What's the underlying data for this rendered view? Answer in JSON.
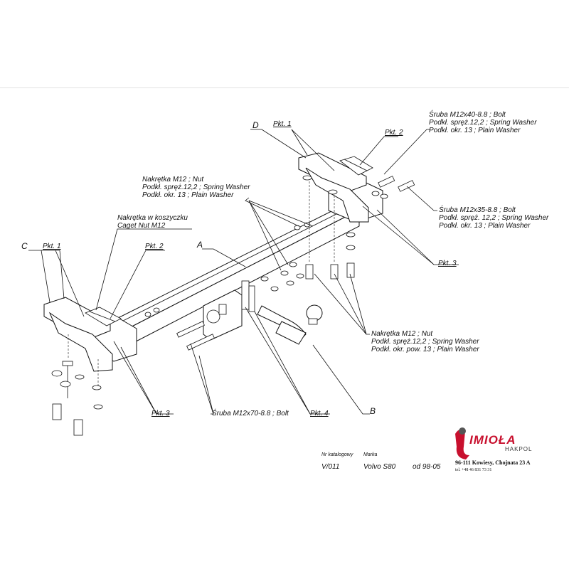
{
  "labels": {
    "letter_a": "A",
    "letter_b": "B",
    "letter_c": "C",
    "letter_d": "D",
    "pkt1_left": "Pkt. 1",
    "pkt2_left": "Pkt. 2",
    "pkt1_right": "Pkt. 1",
    "pkt2_right": "Pkt. 2",
    "pkt3_left": "Pkt. 3",
    "pkt3_right": "Pkt. 3",
    "pkt4": "Pkt. 4",
    "caget_nut_1": "Nakrętka w koszyczku",
    "caget_nut_2": "Caget Nut  M12",
    "nut_top_1": "Nakrętka  M12 ; Nut",
    "nut_top_2": "Podkł. spręż.12,2 ; Spring Washer",
    "nut_top_3": "Podkł. okr. 13 ; Plain Washer",
    "bolt40_1": "Śruba M12x40-8.8 ;  Bolt",
    "bolt40_2": "Podkł. spręż.12,2 ; Spring Washer",
    "bolt40_3": "Podkł. okr. 13 ; Plain Washer",
    "bolt35_1": "Śruba M12x35-8.8 ;  Bolt",
    "bolt35_2": "Podkł. spręż. 12,2 ; Spring Washer",
    "bolt35_3": "Podkł. okr.  13 ; Plain Washer",
    "nut_bot_1": "Nakrętka  M12 ; Nut",
    "nut_bot_2": "Podkł. spręż.12,2 ; Spring Washer",
    "nut_bot_3": "Podkł. okr. pow. 13 ; Plain Washer",
    "bolt70": "Śruba M12x70-8.8 ;  Bolt"
  },
  "title_block": {
    "catalog_caption": "Nr katalogowy",
    "catalog_value": "V/011",
    "make_caption": "Marka",
    "make_value": "Volvo S80",
    "date_value": "od 98-05"
  },
  "company": {
    "brand": "IMIOŁA",
    "sub_brand": "HAKPOL",
    "address": "96-111 Kowiesy, Chojnata 23 A",
    "phone": "tel. +48 46 831 73 31",
    "logo_color": "#c8102e"
  }
}
